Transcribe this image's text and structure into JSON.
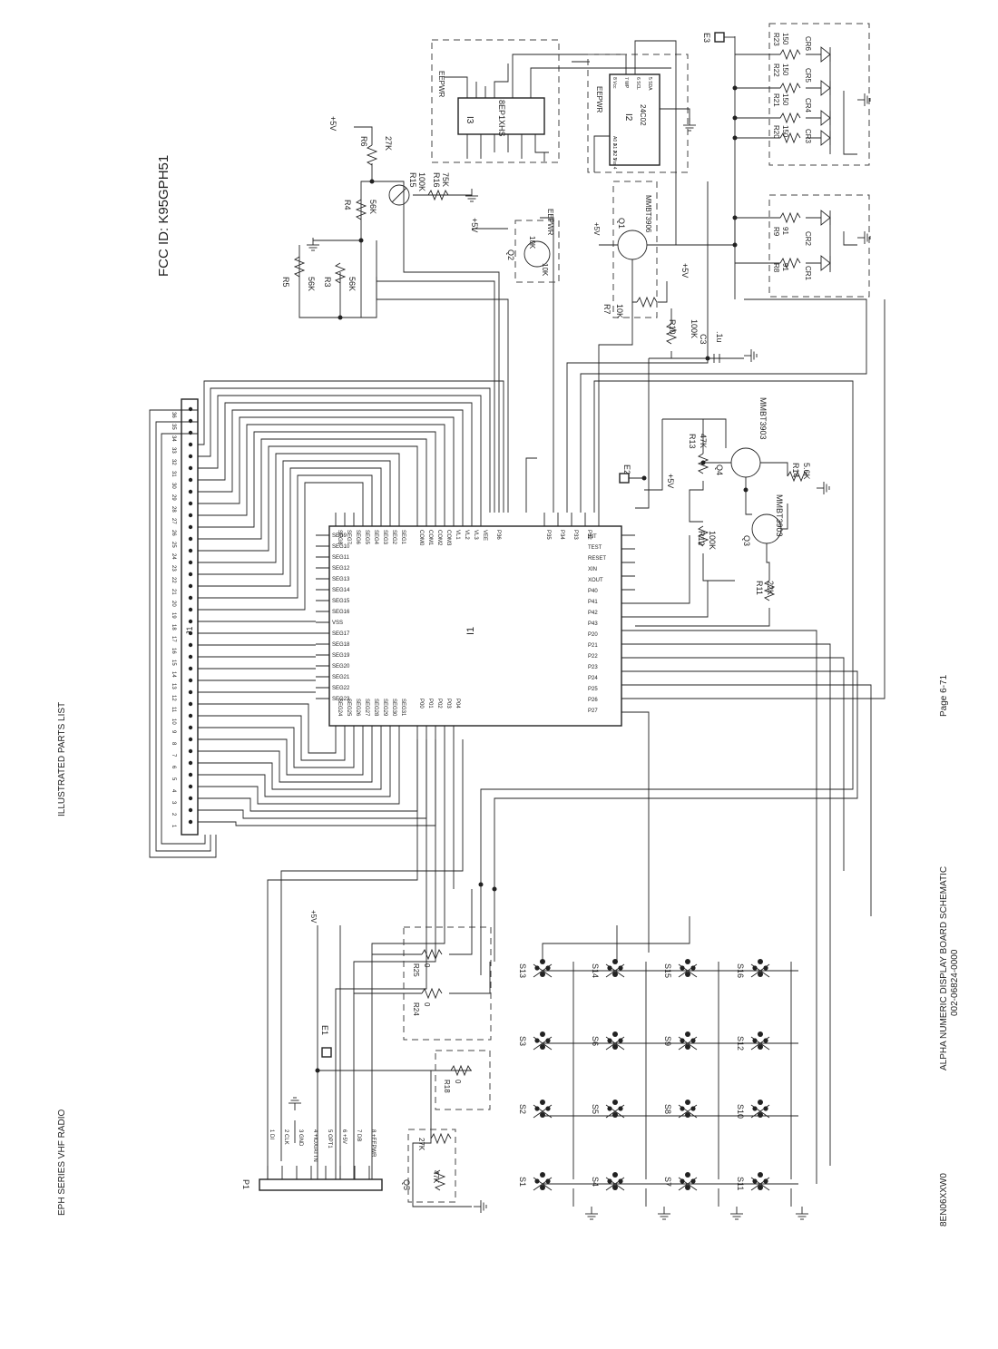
{
  "page": {
    "header_left": "EPH SERIES VHF RADIO",
    "header_center": "ILLUSTRATED PARTS LIST",
    "fcc_id": "FCC ID: K95GPH51",
    "footer_title": "ALPHA NUMERIC DISPLAY BOARD SCHEMATIC",
    "footer_part_number": "002-06824-0000",
    "footer_page": "Page 6-71",
    "footer_doc": "8EN06XXW0"
  },
  "schematic": {
    "main_ic": {
      "ref": "I1"
    },
    "eeprom_ic": {
      "ref": "I3",
      "part": "8EP1XHS",
      "net": "EEPWR"
    },
    "serial_eeprom": {
      "ref": "I2",
      "part": "24C02",
      "net": "EEPWR",
      "pins_left": [
        "A0 1",
        "A1 2",
        "A2 3",
        "Vss 4"
      ],
      "pins_right": [
        "8 Vcc",
        "7 WP",
        "6 SCL",
        "5 SDA"
      ]
    },
    "connectors": {
      "J1": {
        "ref": "J1",
        "pins": [
          "1",
          "2",
          "3",
          "4",
          "5",
          "6",
          "7",
          "8",
          "9",
          "10",
          "11",
          "12",
          "13",
          "14",
          "15",
          "16",
          "17",
          "18",
          "19",
          "20",
          "21",
          "22",
          "23",
          "24",
          "25",
          "26",
          "27",
          "28",
          "29",
          "30",
          "31",
          "32",
          "33",
          "34",
          "35",
          "36"
        ]
      },
      "P1": {
        "ref": "P1",
        "pins": [
          "1 DI",
          "2 CLK",
          "3 GND",
          "4 +IOX/ATTN",
          "5 OPT1",
          "6 +5V",
          "7 DB",
          "8 +EEPWR"
        ]
      }
    },
    "transistors": [
      {
        "ref": "Q1",
        "part": "MMBT3906"
      },
      {
        "ref": "Q3",
        "part": "MMBT3903"
      },
      {
        "ref": "Q4",
        "part": "MMBT3903"
      },
      {
        "ref": "Q2",
        "part": ""
      },
      {
        "ref": "Q5",
        "part": ""
      }
    ],
    "resistors": [
      {
        "ref": "R3",
        "value": "56K"
      },
      {
        "ref": "R4",
        "value": "56K"
      },
      {
        "ref": "R5",
        "value": "56K"
      },
      {
        "ref": "R6",
        "value": "27K"
      },
      {
        "ref": "R15",
        "value": "100K"
      },
      {
        "ref": "R16",
        "value": "75K"
      },
      {
        "ref": "R7",
        "value": "10K"
      },
      {
        "ref": "R10",
        "value": "100K"
      },
      {
        "ref": "R11",
        "value": "22K"
      },
      {
        "ref": "R12",
        "value": "100K"
      },
      {
        "ref": "R13",
        "value": "47K"
      },
      {
        "ref": "R14",
        "value": "5.6K"
      },
      {
        "ref": "R8",
        "value": "91"
      },
      {
        "ref": "R9",
        "value": "91"
      },
      {
        "ref": "R20",
        "value": "150"
      },
      {
        "ref": "R21",
        "value": "150"
      },
      {
        "ref": "R22",
        "value": "150"
      },
      {
        "ref": "R23",
        "value": "150"
      },
      {
        "ref": "R18",
        "value": "0"
      },
      {
        "ref": "R24",
        "value": "0"
      },
      {
        "ref": "R25",
        "value": "0"
      }
    ],
    "capacitor": {
      "ref": "C3",
      "value": ".1u"
    },
    "leds": [
      "CR1",
      "CR2",
      "CR3",
      "CR4",
      "CR5",
      "CR6"
    ],
    "test_points": [
      "E1",
      "E2",
      "E3"
    ],
    "supply_label": "+5V",
    "net_eepwr": "EEPWR",
    "switch_matrix": [
      [
        "S1",
        "S2",
        "S3",
        "S13"
      ],
      [
        "S4",
        "S5",
        "S6",
        "S14"
      ],
      [
        "S7",
        "S8",
        "S9",
        "S15"
      ],
      [
        "S11",
        "S10",
        "S12",
        "S16"
      ]
    ],
    "q2_inner": [
      "10K",
      "10K"
    ],
    "q5_inner": [
      "27K",
      "47K"
    ],
    "i1_top_pins": [
      "SEG8",
      "SEG7",
      "SEG6",
      "SEG5",
      "SEG4",
      "SEG3",
      "SEG2",
      "SEG1",
      "COM0",
      "COM1",
      "COM2",
      "COM3",
      "VL1",
      "VL2",
      "VL3",
      "VEE",
      "P36",
      "P35",
      "P34",
      "P33",
      "P32"
    ],
    "i1_bottom_pins": [
      "SEG24",
      "SEG25",
      "SEG26",
      "SEG27",
      "SEG28",
      "SEG29",
      "SEG30",
      "SEG31",
      "P00",
      "P01",
      "P02",
      "P03",
      "P04"
    ],
    "i1_left_pins": [
      "SEG9",
      "SEG10",
      "SEG11",
      "SEG12",
      "SEG13",
      "SEG14",
      "SEG15",
      "SEG16",
      "VSS",
      "SEG17",
      "SEG18",
      "SEG19",
      "SEG20",
      "SEG21",
      "SEG22",
      "SEG23"
    ],
    "i1_right_pins": [
      "INT",
      "TEST",
      "RESET",
      "XIN",
      "XOUT",
      "P40",
      "P41",
      "P42",
      "P43",
      "P20",
      "P21",
      "P22",
      "P23",
      "P24",
      "P25",
      "P26",
      "P27"
    ]
  }
}
